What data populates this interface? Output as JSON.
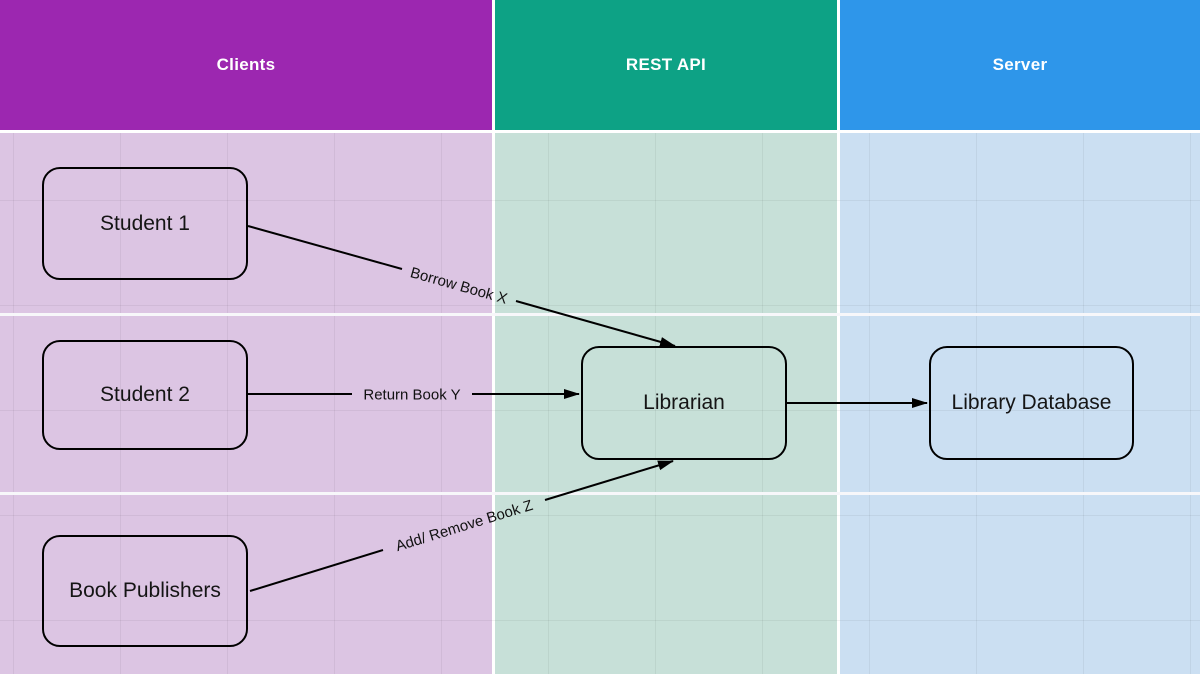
{
  "lanes": [
    {
      "label": "Clients",
      "header_color": "#9C27B0",
      "body_color": "#DCC5E3"
    },
    {
      "label": "REST API",
      "header_color": "#0DA285",
      "body_color": "#C7E0D8"
    },
    {
      "label": "Server",
      "header_color": "#2E96EA",
      "body_color": "#CBDFF2"
    }
  ],
  "nodes": [
    {
      "label": "Student 1",
      "lane": "Clients"
    },
    {
      "label": "Student 2",
      "lane": "Clients"
    },
    {
      "label": "Book Publishers",
      "lane": "Clients"
    },
    {
      "label": "Librarian",
      "lane": "REST API"
    },
    {
      "label": "Library Database",
      "lane": "Server"
    }
  ],
  "edges": [
    {
      "label": "Borrow Book X",
      "from": "Student 1",
      "to": "Librarian"
    },
    {
      "label": "Return Book Y",
      "from": "Student 2",
      "to": "Librarian"
    },
    {
      "label": "Add/ Remove Book Z",
      "from": "Book Publishers",
      "to": "Librarian"
    },
    {
      "label": "",
      "from": "Librarian",
      "to": "Library Database"
    }
  ],
  "line_color": "#000000"
}
